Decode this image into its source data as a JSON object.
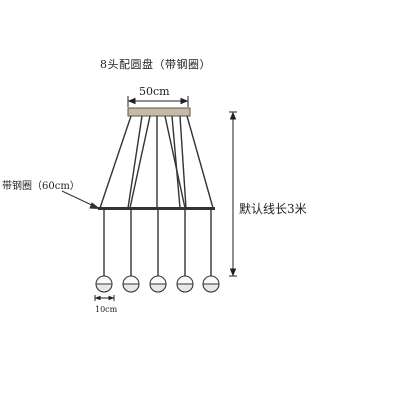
{
  "title": "8头配圆盘（带钢圈）",
  "dimensions": {
    "canopy": "50cm",
    "ring": "带钢圈（60cm）",
    "cord": "默认线长3米",
    "bulb": "10cm"
  }
}
